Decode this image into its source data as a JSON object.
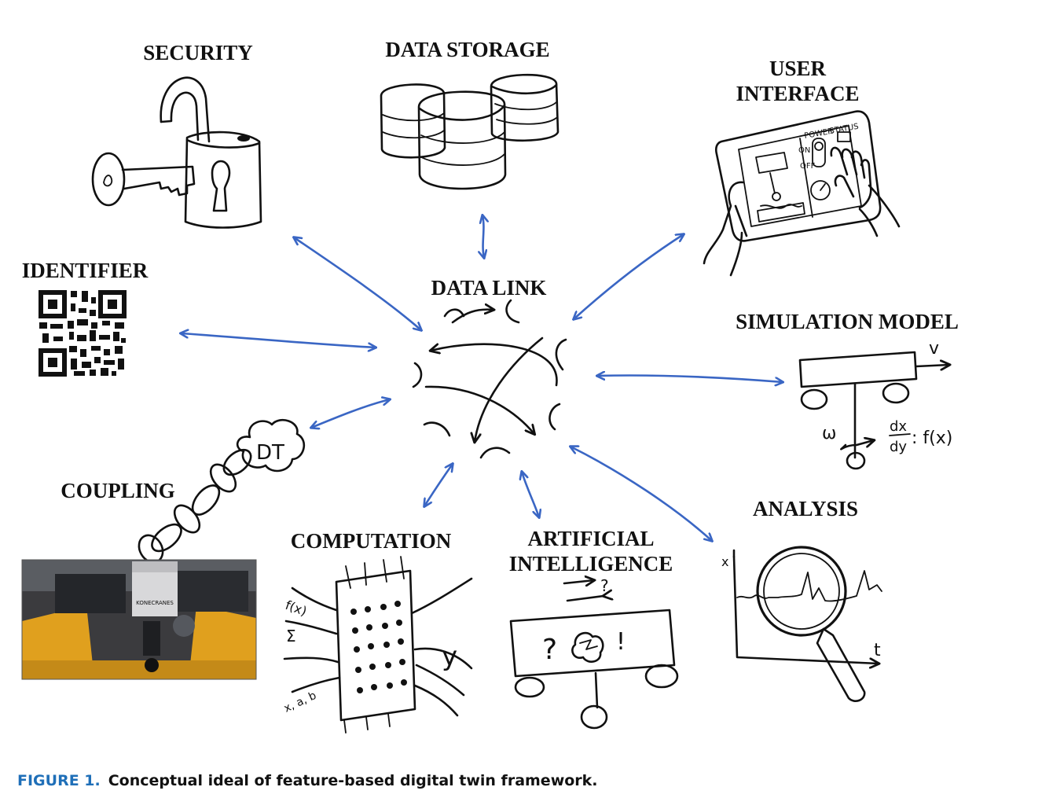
{
  "labels": {
    "security": "SECURITY",
    "data_storage": "DATA STORAGE",
    "user_interface_line1": "USER",
    "user_interface_line2": "INTERFACE",
    "identifier": "IDENTIFIER",
    "data_link": "DATA LINK",
    "simulation_model": "SIMULATION MODEL",
    "coupling": "COUPLING",
    "computation": "COMPUTATION",
    "ai_line1": "ARTIFICIAL",
    "ai_line2": "INTELLIGENCE",
    "analysis": "ANALYSIS"
  },
  "sketch_text": {
    "dt": "DT",
    "sim_velocity": "v",
    "sim_omega": "ω",
    "sim_equation_num": "dx",
    "sim_equation_den": "dy",
    "sim_equation_rhs": ": f(x)",
    "comp_fx": "f(x)",
    "comp_sigma": "Σ",
    "comp_y": "y",
    "comp_vars": "x, a, b",
    "ai_question": "?",
    "ai_exclaim": "!",
    "analysis_x_axis": "t",
    "analysis_y_axis": "x",
    "ui_power": "POWER",
    "ui_status": "STATUS",
    "ui_on": "ON",
    "ui_off": "OFF",
    "crane_brand": "KONECRANES"
  },
  "caption": {
    "number": "FIGURE 1.",
    "text": "Conceptual ideal of feature-based digital twin framework."
  },
  "colors": {
    "arrow": "#3a66c4",
    "ink": "#111111",
    "caption_number": "#1f6fb8"
  },
  "icons": [
    "padlock-icon",
    "database-icon",
    "tablet-icon",
    "qr-code-icon",
    "data-link-icon",
    "simulation-icon",
    "chain-icon",
    "crane-photo",
    "matrix-icon",
    "robot-cart-icon",
    "magnifier-chart-icon"
  ]
}
